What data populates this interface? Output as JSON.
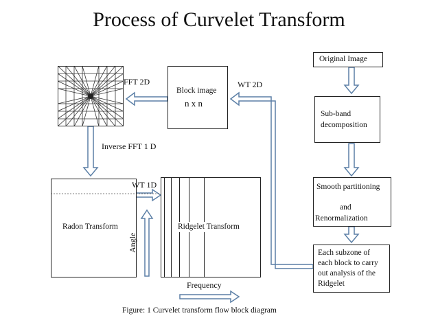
{
  "title": "Process of Curvelet Transform",
  "nodes": {
    "original_image": "Original Image",
    "subband": [
      "Sub-band",
      "decomposition"
    ],
    "smooth": [
      "Smooth partitioning",
      "and",
      "Renormalization"
    ],
    "subzone": [
      "Each subzone of",
      "each block to carry",
      "out analysis of the",
      "Ridgelet"
    ],
    "block_image": "Block image",
    "block_size": "n x n",
    "radon": "Radon Transform",
    "ridgelet": "Ridgelet Transform"
  },
  "labels": {
    "fft2d": "FFT 2D",
    "wt2d": "WT 2D",
    "ifft1d": "Inverse FFT 1 D",
    "wt1d": "WT 1D",
    "angle": "Angle",
    "frequency": "Frequency"
  },
  "caption": "Figure: 1 Curvelet transform flow block diagram",
  "colors": {
    "arrow_outline": "#5b7fa6",
    "arrow_fill": "#ffffff",
    "border": "#222222"
  }
}
